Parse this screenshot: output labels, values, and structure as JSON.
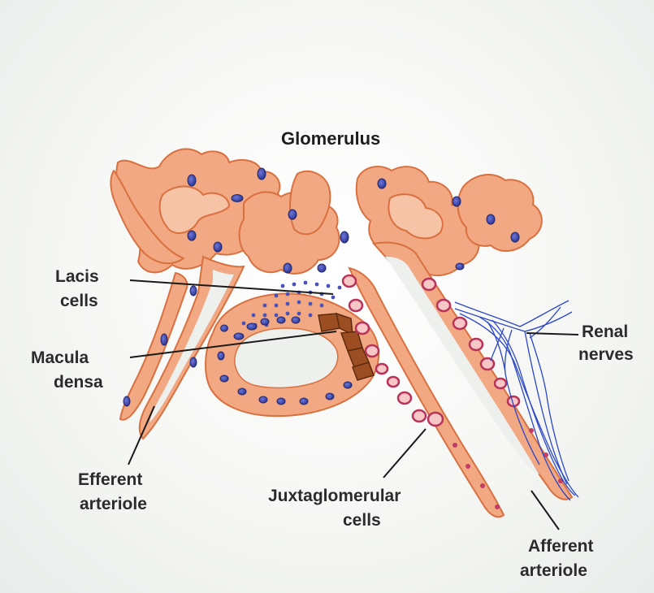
{
  "diagram": {
    "title": "Glomerulus",
    "labels": {
      "lacis_line1": "Lacis",
      "lacis_line2": "cells",
      "macula_line1": "Macula",
      "macula_line2": "densa",
      "renal_line1": "Renal",
      "renal_line2": "nerves",
      "efferent_line1": "Efferent",
      "efferent_line2": "arteriole",
      "jg_line1": "Juxtaglomerular",
      "jg_line2": "cells",
      "afferent_line1": "Afferent",
      "afferent_line2": "arteriole"
    },
    "colors": {
      "vessel_fill": "#f2a882",
      "vessel_edge": "#d9703f",
      "lumen": "#eef0ee",
      "nucleus": "#3d46a8",
      "jg_nucleus": "#b8325a",
      "macula": "#9c4e22",
      "nerve": "#2a47c9",
      "leader": "#1a1a1a"
    }
  }
}
